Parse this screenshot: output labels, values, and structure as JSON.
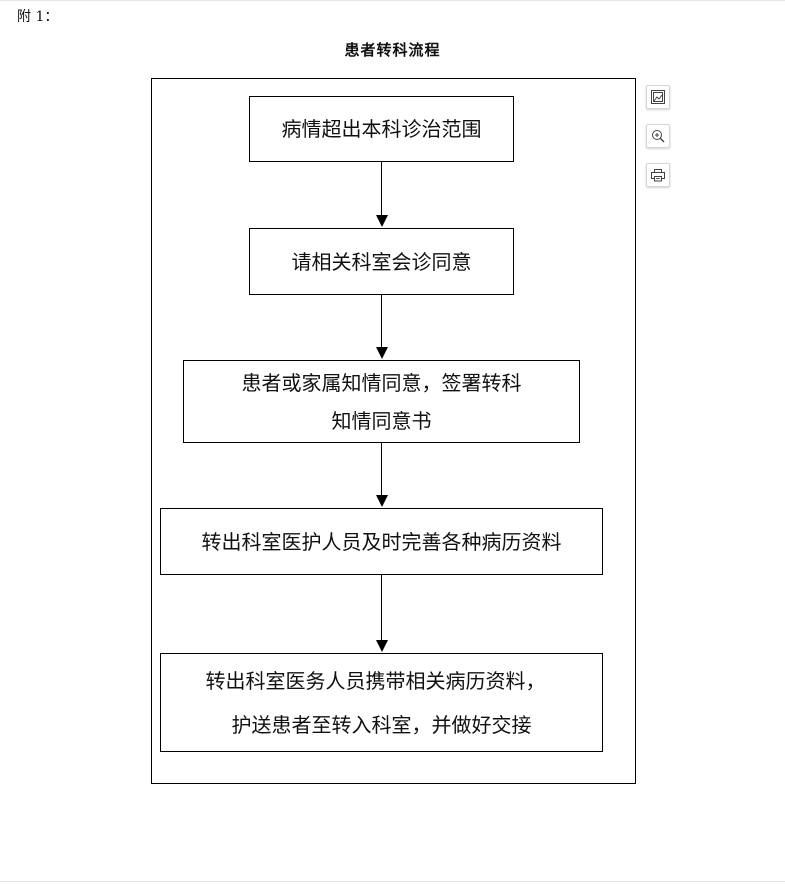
{
  "document": {
    "appendix_label": "附 1：",
    "title": "患者转科流程"
  },
  "flowchart": {
    "steps": [
      {
        "lines": [
          "病情超出本科诊治范围"
        ]
      },
      {
        "lines": [
          "请相关科室会诊同意"
        ]
      },
      {
        "lines": [
          "患者或家属知情同意，签署转科",
          "知情同意书"
        ]
      },
      {
        "lines": [
          "转出科室医护人员及时完善各种病历资料"
        ]
      },
      {
        "lines": [
          "转出科室医务人员携带相关病历资料，",
          "护送患者至转入科室，并做好交接"
        ]
      }
    ]
  },
  "toolbar": {
    "tools": [
      {
        "icon": "image-view-icon"
      },
      {
        "icon": "zoom-in-icon"
      },
      {
        "icon": "print-icon"
      }
    ]
  }
}
